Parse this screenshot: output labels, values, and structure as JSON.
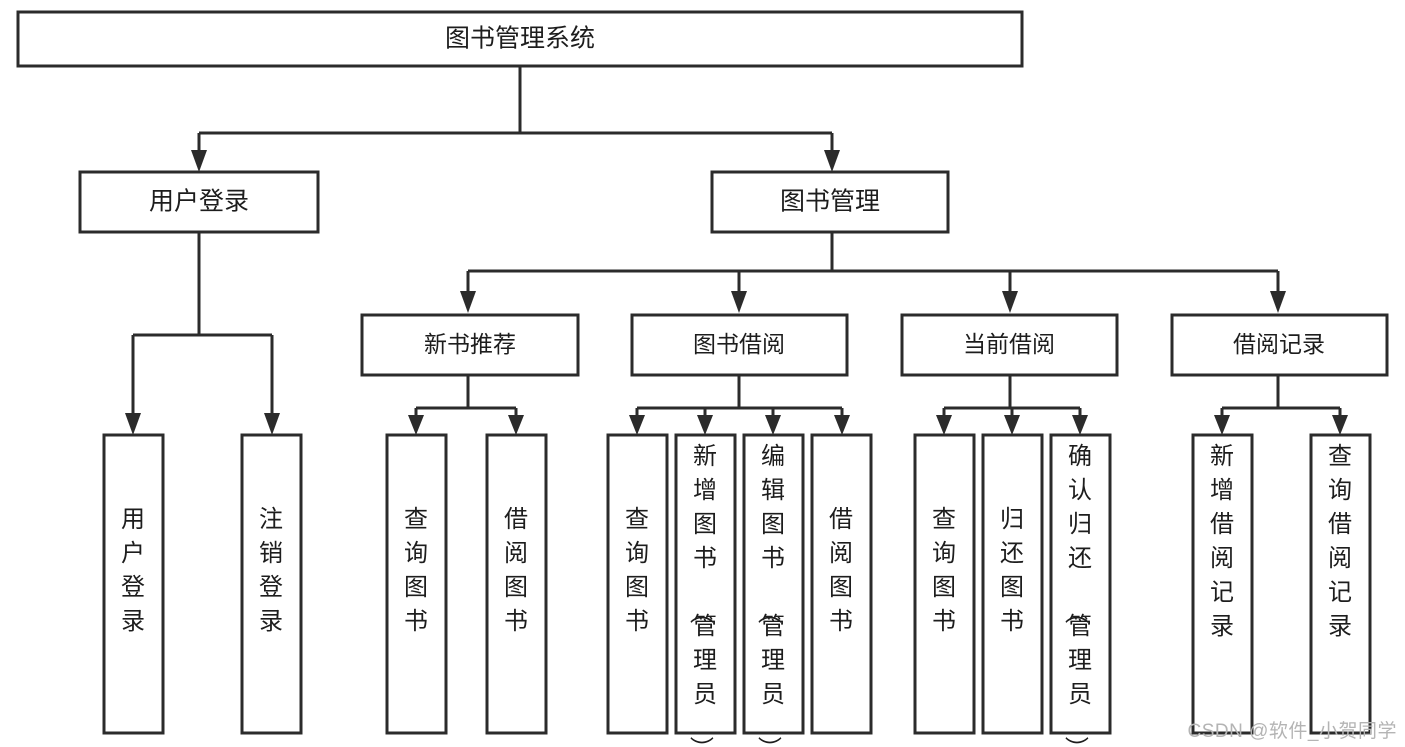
{
  "diagram": {
    "title": "图书管理系统",
    "watermark": "CSDN @软件_小贺同学",
    "type": "tree",
    "colors": {
      "box_stroke": "#2b2b2b",
      "box_fill": "#ffffff",
      "text": "#1d1d1d",
      "watermark": "#b4b4b4",
      "background": "#ffffff"
    },
    "root": {
      "label": "图书管理系统"
    },
    "level2": [
      {
        "label": "用户登录"
      },
      {
        "label": "图书管理"
      }
    ],
    "level3": [
      {
        "label": "新书推荐"
      },
      {
        "label": "图书借阅"
      },
      {
        "label": "当前借阅"
      },
      {
        "label": "借阅记录"
      }
    ],
    "leaves": {
      "user_login": [
        {
          "label": "用户登录"
        },
        {
          "label": "注销登录"
        }
      ],
      "new_book_recommend": [
        {
          "label": "查询图书"
        },
        {
          "label": "借阅图书"
        }
      ],
      "book_borrow": [
        {
          "label": "查询图书"
        },
        {
          "label": "新增图书（管理员）"
        },
        {
          "label": "编辑图书（管理员）"
        },
        {
          "label": "借阅图书"
        }
      ],
      "current_borrow": [
        {
          "label": "查询图书"
        },
        {
          "label": "归还图书"
        },
        {
          "label": "确认归还（管理员）"
        }
      ],
      "borrow_record": [
        {
          "label": "新增借阅记录"
        },
        {
          "label": "查询借阅记录"
        }
      ]
    }
  }
}
